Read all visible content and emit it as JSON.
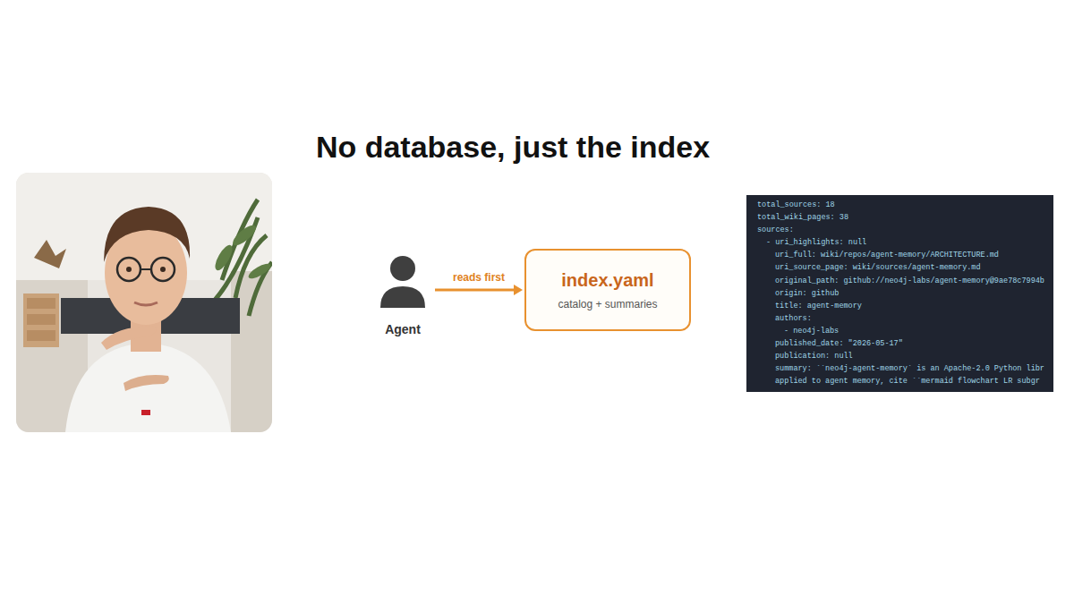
{
  "diagram": {
    "title": "No database, just the index",
    "nodes": [
      {
        "text": [
          "Agent"
        ]
      },
      {
        "text": [
          "index.yaml",
          "catalog + summaries"
        ]
      },
      {
        "text": [
          "total_sources: 18",
          "total_wiki_pages: 38",
          "sources:",
          "- uri_highlights: null",
          "uri_full: wiki/repos/agent-memory/ARCHITECTURE.md",
          "uri_source_page: wiki/sources/agent-memory.md",
          "original_path: github://neo4j-labs/agent-memory@9ae78c7994b",
          "origin: github",
          "title: agent-memory",
          "authors:",
          "- neo4j-labs",
          "published_date: \"2026-05-17\"",
          "publication: null",
          "summary: ``neo4j-agent-memory` is an Apache-2.0 Python libr",
          "applied to agent memory, cite ``mermaid flowchart LR subgr"
        ]
      }
    ],
    "edges": [
      {
        "from": 0,
        "to": 1,
        "arrow": "to",
        "label": "reads first"
      }
    ]
  }
}
